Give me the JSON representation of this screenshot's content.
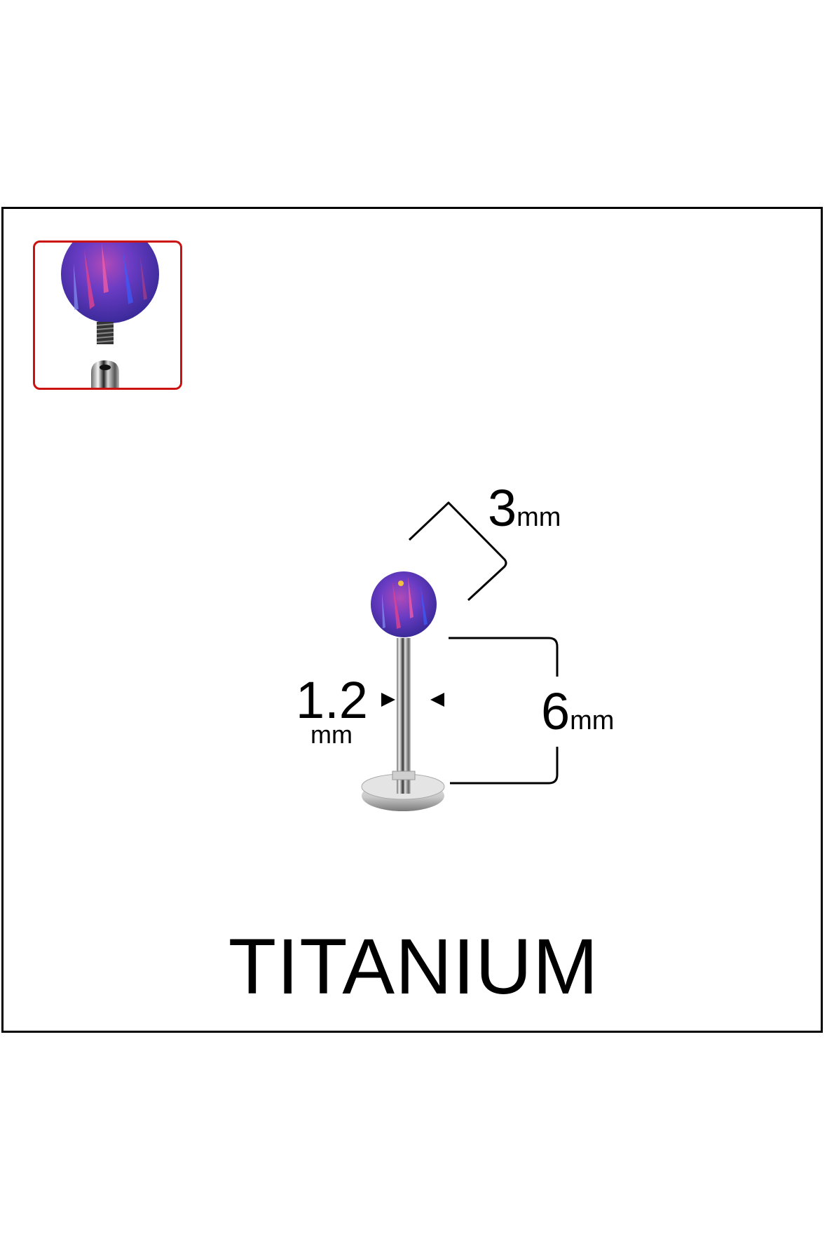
{
  "product": {
    "title": "TITANIUM",
    "material": "Titanium",
    "ball_color": "#5b3fb8",
    "frame_color": "#000000",
    "inset_border_color": "#cc1111"
  },
  "dimensions": {
    "ball_diameter": {
      "value": "3",
      "unit": "mm"
    },
    "bar_length": {
      "value": "6",
      "unit": "mm"
    },
    "bar_thickness": {
      "value": "1.2",
      "unit": "mm"
    }
  },
  "inset": {
    "icon": "threaded-ball-detail"
  }
}
